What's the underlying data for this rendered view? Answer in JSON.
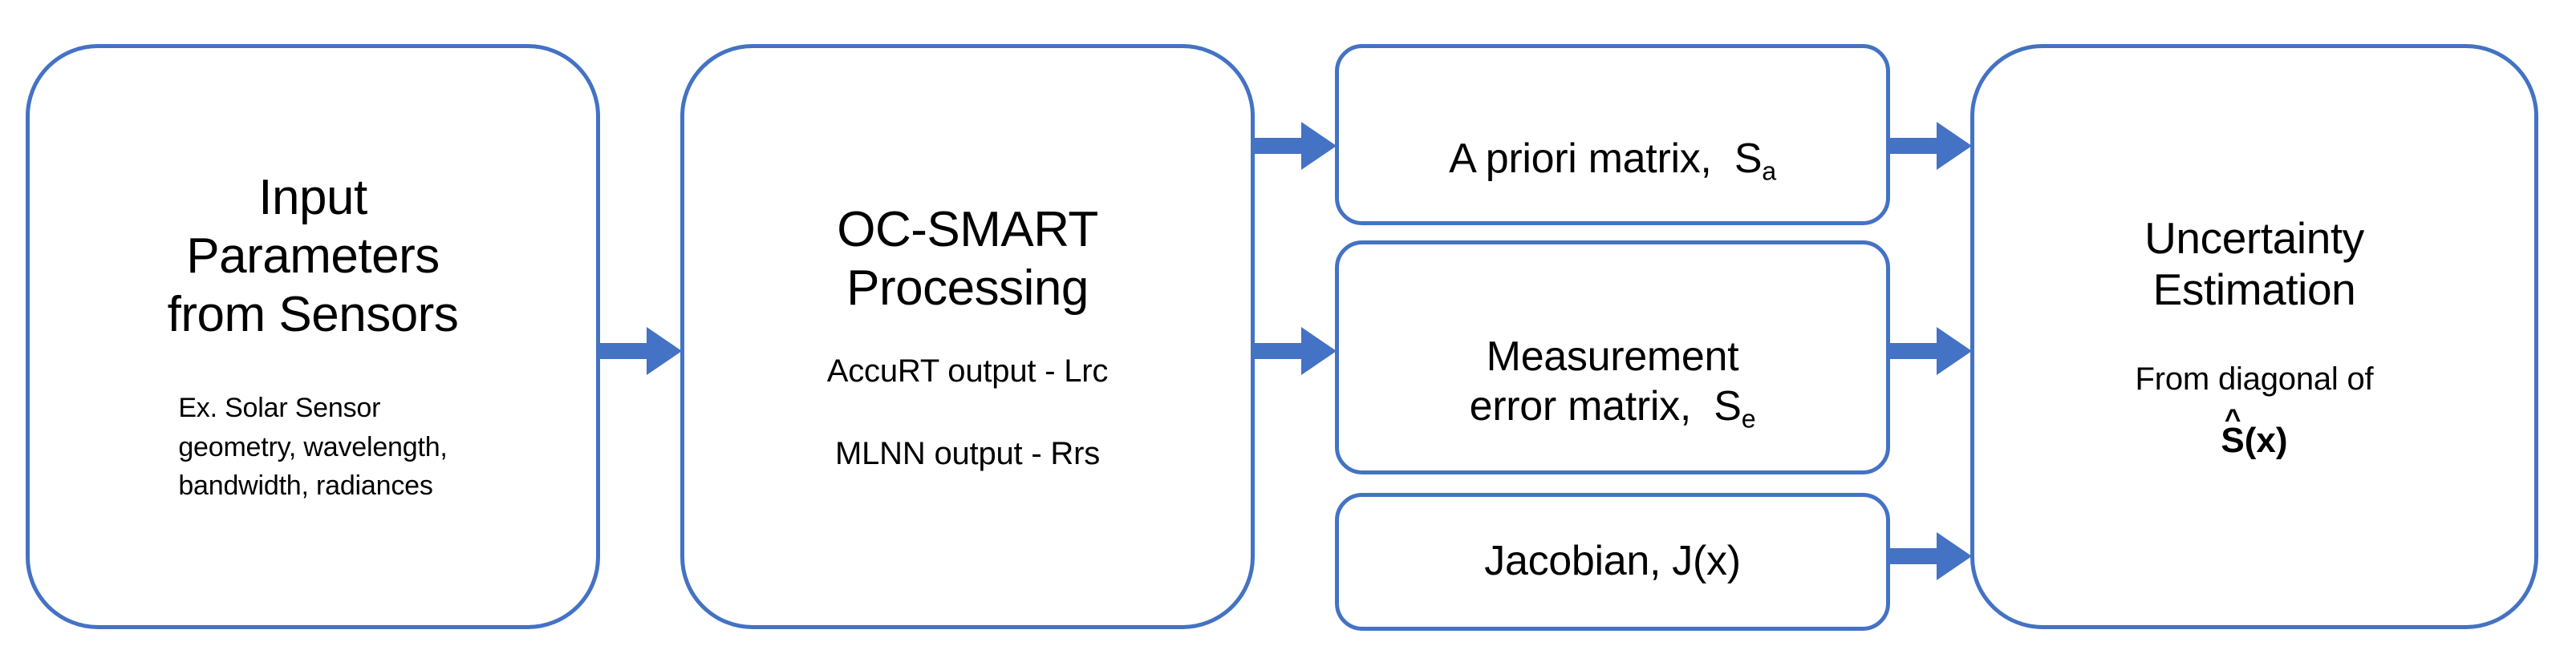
{
  "diagram": {
    "title": "OC-SMART Uncertainty Estimation Flowchart",
    "accent_color": "#4472C4",
    "border_color": "#4472C4",
    "background_color": "#FFFFFF",
    "text_color": "#000000",
    "arrow_color": "#4472C4"
  },
  "nodes": {
    "input": {
      "heading": "Input\nParameters\nfrom Sensors",
      "detail": "Ex. Solar Sensor\ngeometry, wavelength,\nbandwidth, radiances"
    },
    "processing": {
      "heading": "OC-SMART\nProcessing",
      "detail_line1": "AccuRT output - Lrc",
      "detail_line2": "MLNN output - Rrs"
    },
    "apriori": {
      "label_main": "A priori matrix,",
      "symbol_base": "S",
      "symbol_sub": "a"
    },
    "measurement": {
      "label_main": "Measurement\nerror matrix,",
      "symbol_base": "S",
      "symbol_sub": "e"
    },
    "jacobian": {
      "label": "Jacobian, J(x)"
    },
    "uncertainty": {
      "heading": "Uncertainty\nEstimation",
      "detail": "From diagonal of",
      "formula_hat": "^",
      "formula_base": "S",
      "formula_arg": "(x)"
    }
  },
  "connectors": [
    {
      "id": "input-to-processing",
      "from": "input",
      "to": "processing",
      "icon": "right-arrow-icon"
    },
    {
      "id": "processing-to-apriori",
      "from": "processing",
      "to": "apriori",
      "icon": "right-arrow-icon"
    },
    {
      "id": "processing-to-measurement",
      "from": "processing",
      "to": "measurement",
      "icon": "right-arrow-icon"
    },
    {
      "id": "apriori-to-uncertainty",
      "from": "apriori",
      "to": "uncertainty",
      "icon": "right-arrow-icon"
    },
    {
      "id": "measurement-to-uncertainty",
      "from": "measurement",
      "to": "uncertainty",
      "icon": "right-arrow-icon"
    },
    {
      "id": "jacobian-to-uncertainty",
      "from": "jacobian",
      "to": "uncertainty",
      "icon": "right-arrow-icon"
    }
  ]
}
